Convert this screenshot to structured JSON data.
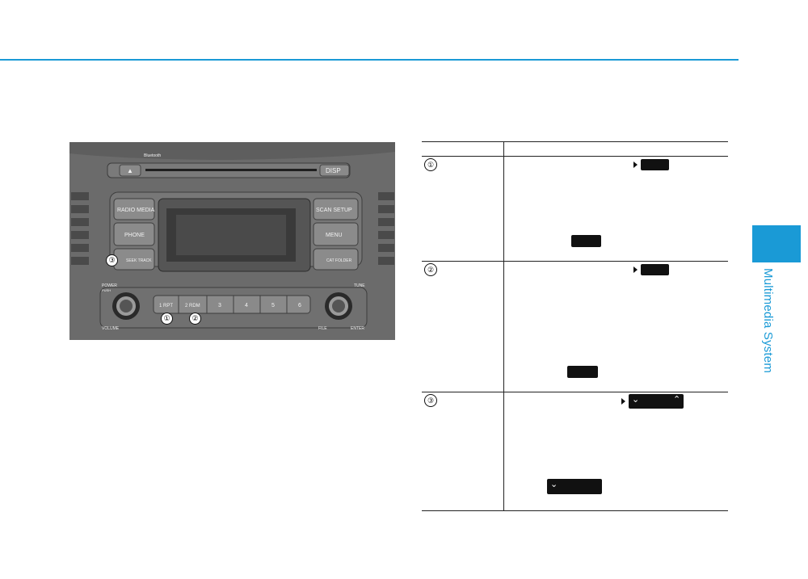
{
  "side_tab": {
    "label": "Multimedia System",
    "color": "#1a9ad6"
  },
  "radio": {
    "bluetooth_label": "Bluetooth",
    "eject_symbol": "▲",
    "disp_label": "DISP",
    "left_buttons": [
      "RADIO MEDIA",
      "PHONE",
      "SEEK TRACK"
    ],
    "right_buttons": [
      "SCAN SETUP",
      "MENU",
      "CAT FOLDER"
    ],
    "power_label": "POWER",
    "push_label": "PUSH",
    "volume_label": "VOLUME",
    "tune_label": "TUNE",
    "file_label": "FILE",
    "enter_label": "ENTER",
    "presets": [
      "1 RPT",
      "2 RDM",
      "3",
      "4",
      "5",
      "6"
    ]
  },
  "callouts": [
    "①",
    "②",
    "③"
  ],
  "table": {
    "rows": [
      {
        "number": "①"
      },
      {
        "number": "②"
      },
      {
        "number": "③"
      }
    ]
  }
}
